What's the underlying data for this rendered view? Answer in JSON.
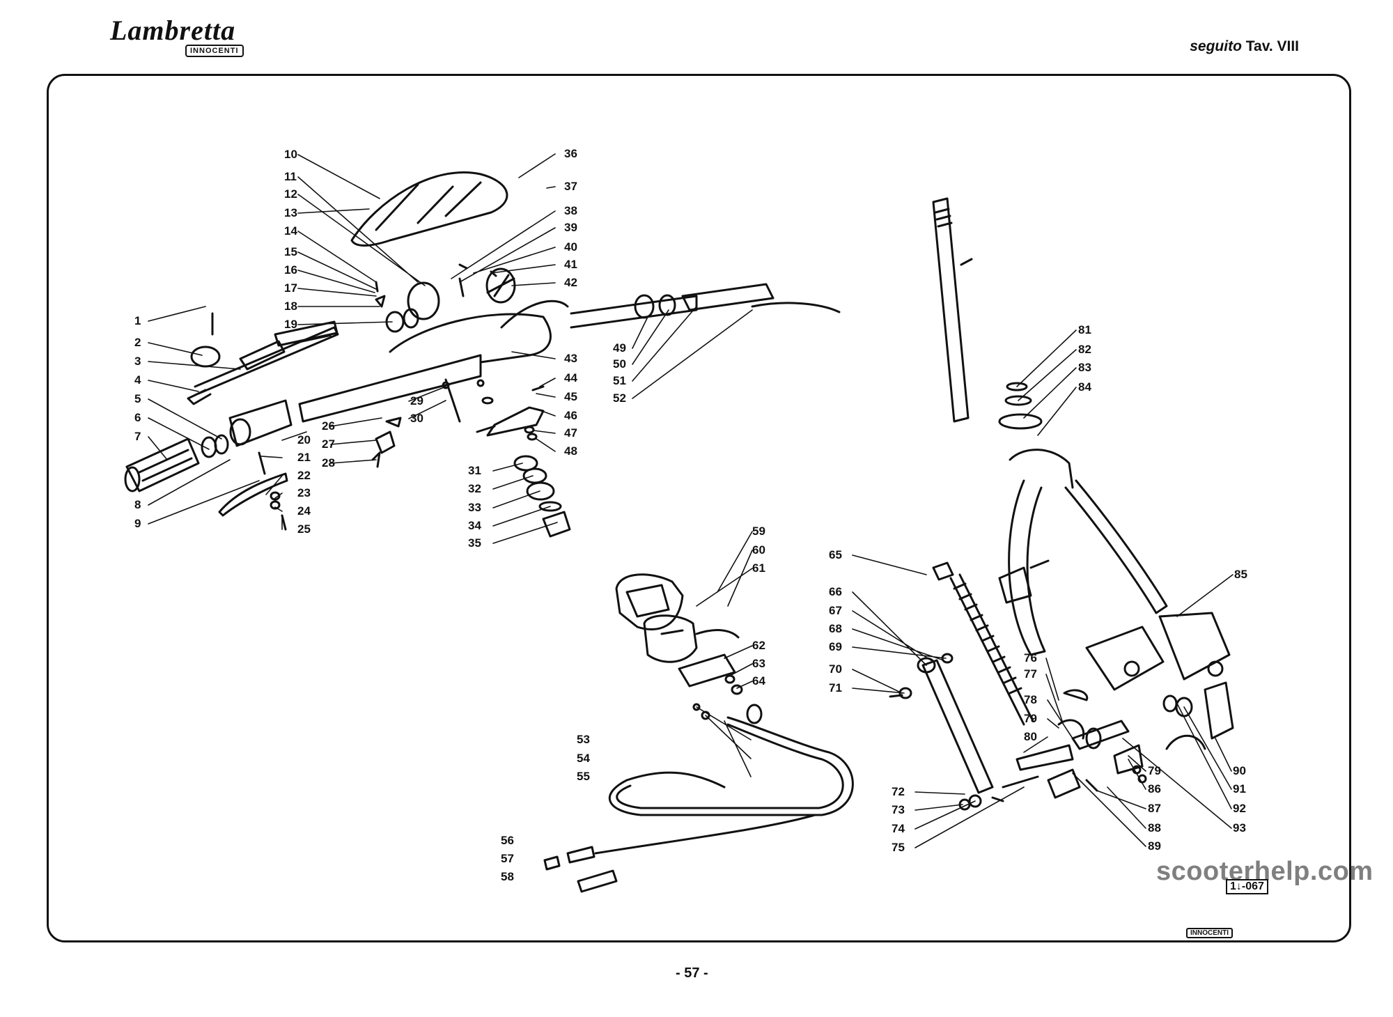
{
  "header": {
    "brand": "Lambretta",
    "brand_sub": "INNOCENTI",
    "plate_prefix": "seguito",
    "plate_ref": "Tav. VIII"
  },
  "footer": {
    "page_number": "- 57 -",
    "watermark": "scooterhelp.com",
    "drawing_code": "1↓-067",
    "mark": "INNOCENTI"
  },
  "callouts": [
    "1",
    "2",
    "3",
    "4",
    "5",
    "6",
    "7",
    "8",
    "9",
    "10",
    "11",
    "12",
    "13",
    "14",
    "15",
    "16",
    "17",
    "18",
    "19",
    "20",
    "21",
    "22",
    "23",
    "24",
    "25",
    "26",
    "27",
    "28",
    "29",
    "30",
    "31",
    "32",
    "33",
    "34",
    "35",
    "36",
    "37",
    "38",
    "39",
    "40",
    "41",
    "42",
    "43",
    "44",
    "45",
    "46",
    "47",
    "48",
    "49",
    "50",
    "51",
    "52",
    "53",
    "54",
    "55",
    "56",
    "57",
    "58",
    "59",
    "60",
    "61",
    "62",
    "63",
    "64",
    "65",
    "66",
    "67",
    "68",
    "69",
    "70",
    "71",
    "72",
    "73",
    "74",
    "75",
    "76",
    "77",
    "78",
    "79",
    "80",
    "81",
    "82",
    "83",
    "84",
    "85",
    "79",
    "86",
    "87",
    "88",
    "89",
    "90",
    "91",
    "92",
    "93"
  ]
}
